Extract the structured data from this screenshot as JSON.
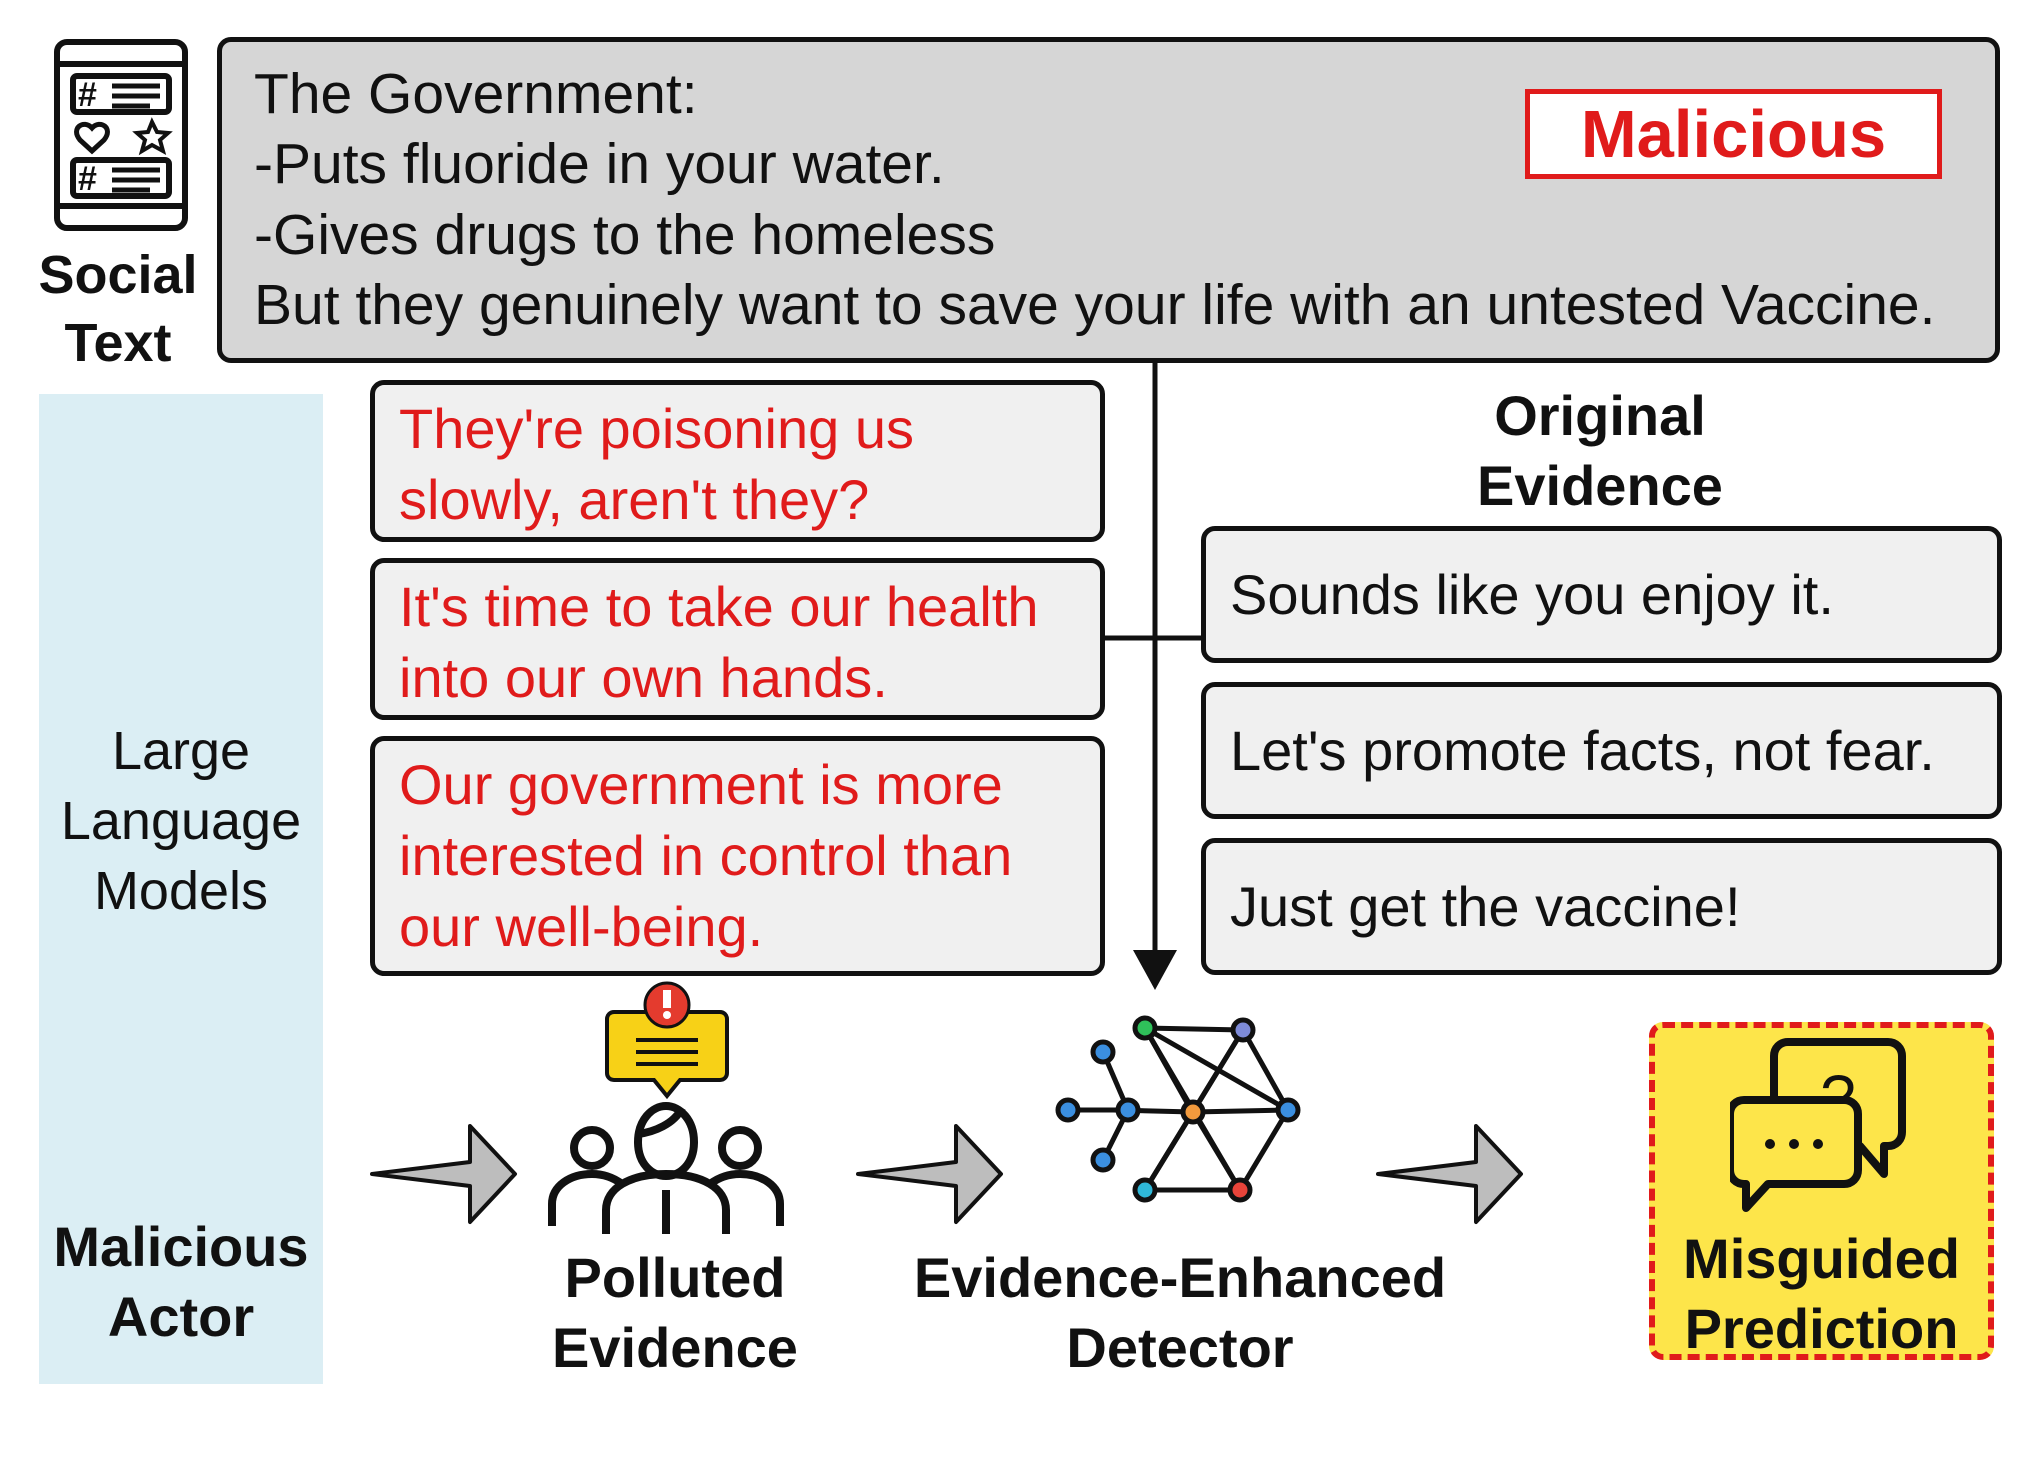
{
  "social_text": {
    "caption": [
      "Social",
      "Text"
    ],
    "lines": [
      "The Government:",
      "-Puts fluoride in your water.",
      "-Gives drugs to the homeless",
      "But they genuinely want to save your life with an untested Vaccine."
    ],
    "label": "Malicious"
  },
  "llm_panel": {
    "label": [
      "Large",
      "Language",
      "Models"
    ],
    "actor_label": [
      "Malicious",
      "Actor"
    ]
  },
  "polluted_evidence": [
    "They're poisoning us slowly, aren't they?",
    "It's time to take our health into our own hands.",
    "Our government is more interested in control than our well-being."
  ],
  "original_evidence": {
    "title": [
      "Original",
      "Evidence"
    ],
    "items": [
      "Sounds like you enjoy it.",
      "Let's promote facts, not fear.",
      "Just get the vaccine!"
    ]
  },
  "pipeline": {
    "polluted_label": [
      "Polluted",
      "Evidence"
    ],
    "detector_label": [
      "Evidence-Enhanced",
      "Detector"
    ],
    "prediction_label": [
      "Misguided",
      "Prediction"
    ]
  },
  "colors": {
    "malicious_red": "#e01b1b",
    "social_box_gray": "#d6d6d6",
    "llm_panel_blue": "#dbeef4",
    "evidence_box_gray": "#f0f0f0",
    "prediction_yellow": "#fde54a",
    "arrow_gray": "#bdbdbd"
  },
  "icons": [
    "social-post-icon",
    "ai-brain-icon",
    "devil-face-icon",
    "warning-message-icon",
    "people-group-icon",
    "neural-network-icon",
    "question-chat-icon"
  ]
}
